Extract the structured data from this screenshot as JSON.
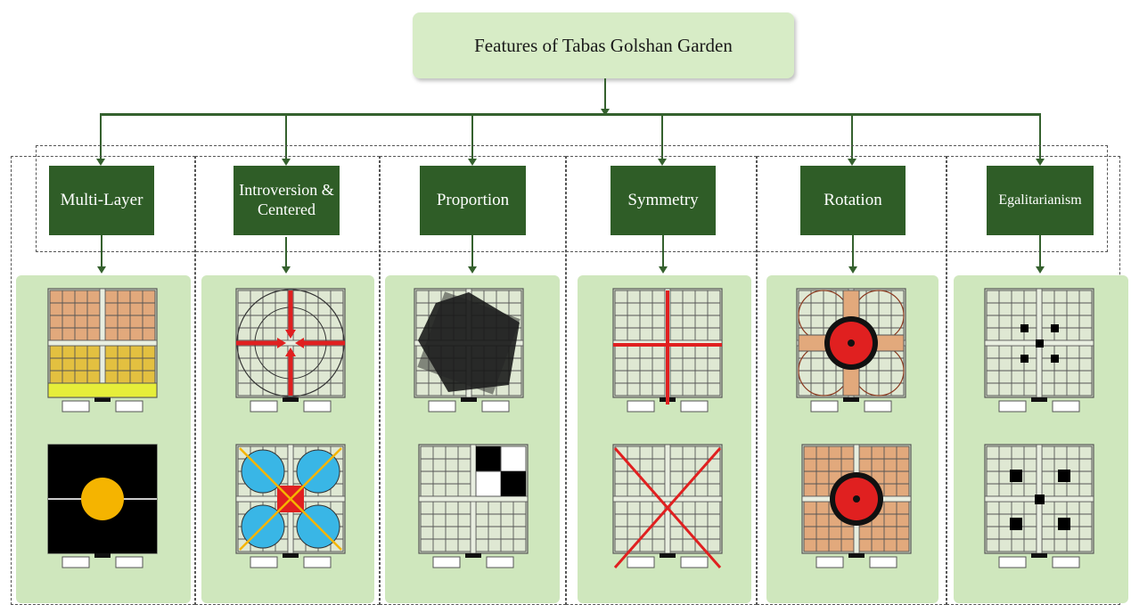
{
  "diagram": {
    "root_title": "Features of  Tabas Golshan Garden",
    "features": [
      {
        "id": "multi-layer",
        "label": "Multi-Layer"
      },
      {
        "id": "introversion",
        "label": "Introversion & Centered"
      },
      {
        "id": "proportion",
        "label": "Proportion"
      },
      {
        "id": "symmetry",
        "label": "Symmetry"
      },
      {
        "id": "rotation",
        "label": "Rotation"
      },
      {
        "id": "egalitarianism",
        "label": "Egalitarianism"
      }
    ],
    "colors": {
      "feature_box": "#2f5d27",
      "connector": "#35612e",
      "root_box": "#d7ecc6",
      "panel": "#cfe7bd",
      "highlight_red": "#e02020",
      "highlight_orange": "#f5b400",
      "tan": "#e2a97c",
      "mustard": "#e3c040",
      "lime": "#e6ee3a",
      "sky_blue": "#39b6e6"
    }
  }
}
